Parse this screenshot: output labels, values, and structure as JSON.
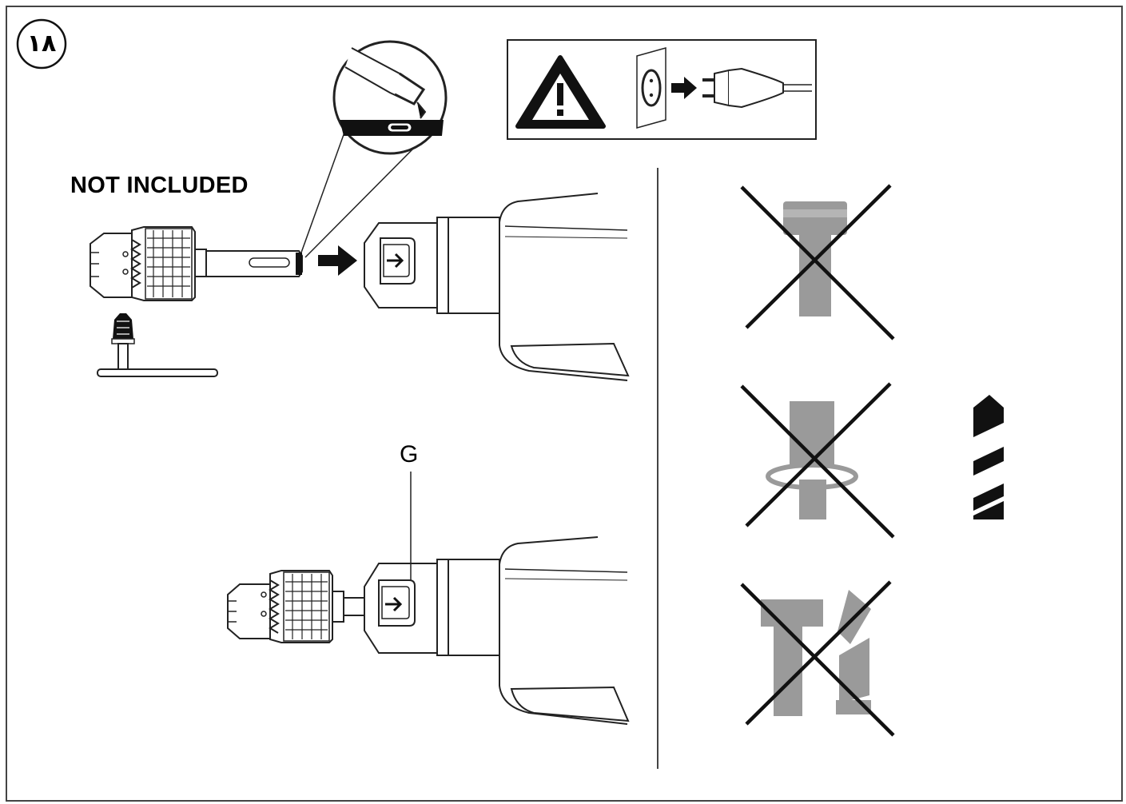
{
  "page": {
    "step_number": "۱۸",
    "accessory_note": "NOT INCLUDED",
    "part_label": "G"
  },
  "icons": {
    "warning": "warning-triangle-icon",
    "unplug": "unplug-from-socket-icon",
    "drill_bit": "drill-bit-icon"
  },
  "colors": {
    "ink": "#111111",
    "prohibited_gray": "#9a9a9a",
    "background": "#ffffff"
  },
  "prohibited_items_count": 3
}
